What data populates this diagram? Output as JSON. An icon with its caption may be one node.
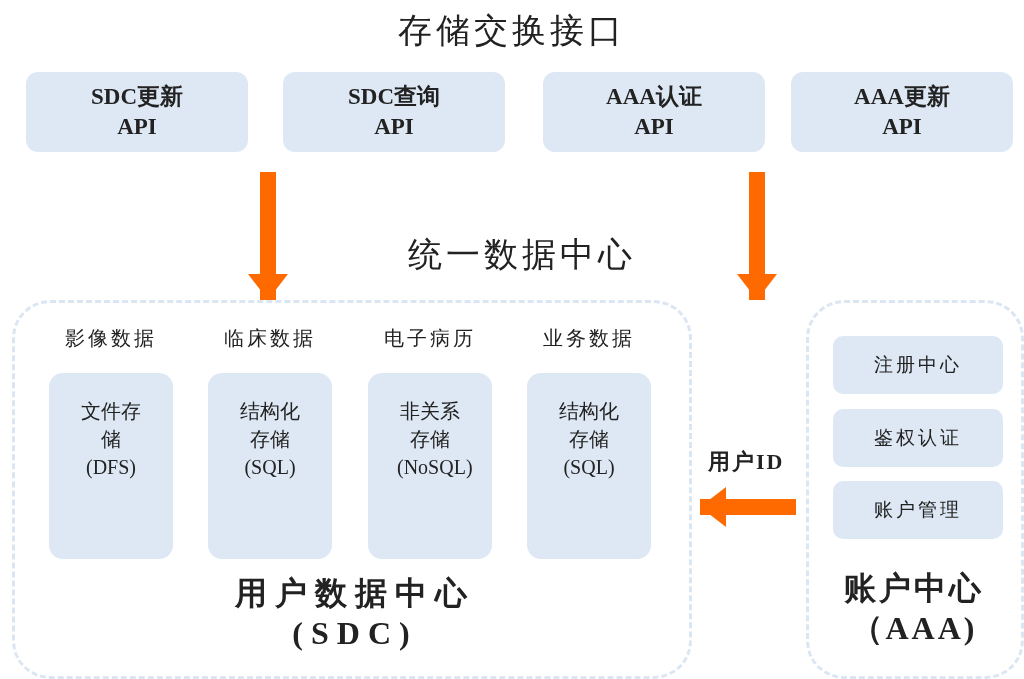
{
  "diagram": {
    "title": "存储交换接口",
    "nodes": [
      {
        "text": [
          "SDC更新 API"
        ]
      },
      {
        "text": [
          "SDC查询 API"
        ]
      },
      {
        "text": [
          "AAA认证 API"
        ]
      },
      {
        "text": [
          "AAA更新 API"
        ]
      },
      {
        "text": [
          "用户数据中心 (SDC)"
        ]
      },
      {
        "text": [
          "影像数据",
          "文件存储(DFS)"
        ],
        "in": 4
      },
      {
        "text": [
          "临床数据",
          "结构化存储(SQL)"
        ],
        "in": 4
      },
      {
        "text": [
          "电子病历",
          "非关系存储(NoSQL)"
        ],
        "in": 4
      },
      {
        "text": [
          "业务数据",
          "结构化存储(SQL)"
        ],
        "in": 4
      },
      {
        "text": [
          "账户中心（AAA)"
        ]
      },
      {
        "text": [
          "注册中心"
        ],
        "in": 9
      },
      {
        "text": [
          "鉴权认证"
        ],
        "in": 9
      },
      {
        "text": [
          "账户管理"
        ],
        "in": 9
      }
    ],
    "edges": [
      {
        "from": null,
        "to": 4,
        "arrow": "to"
      },
      {
        "from": null,
        "to": 9,
        "arrow": "to"
      },
      {
        "from": 9,
        "to": 4,
        "label": "用户ID",
        "arrow": "to"
      }
    ],
    "labels": [
      "统一数据中心"
    ]
  }
}
